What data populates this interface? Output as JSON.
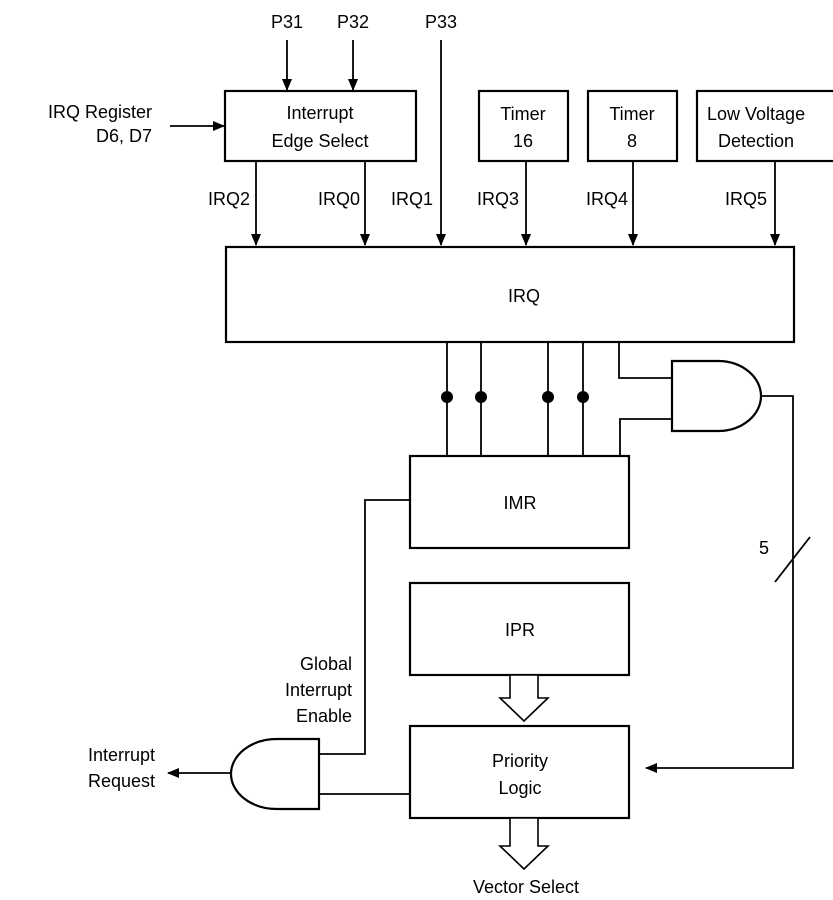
{
  "diagram": {
    "inputs": {
      "p31": "P31",
      "p32": "P32",
      "p33": "P33",
      "irq_register_line1": "IRQ Register",
      "irq_register_line2": "D6, D7"
    },
    "blocks": {
      "edge_select_line1": "Interrupt",
      "edge_select_line2": "Edge Select",
      "timer16_line1": "Timer",
      "timer16_line2": "16",
      "timer8_line1": "Timer",
      "timer8_line2": "8",
      "lvd_line1": "Low Voltage",
      "lvd_line2": "Detection",
      "irq": "IRQ",
      "imr": "IMR",
      "ipr": "IPR",
      "priority_line1": "Priority",
      "priority_line2": "Logic"
    },
    "signals": {
      "irq2": "IRQ2",
      "irq0": "IRQ0",
      "irq1": "IRQ1",
      "irq3": "IRQ3",
      "irq4": "IRQ4",
      "irq5": "IRQ5",
      "bus_width": "5"
    },
    "labels": {
      "gie_line1": "Global",
      "gie_line2": "Interrupt",
      "gie_line3": "Enable",
      "request_line1": "Interrupt",
      "request_line2": "Request",
      "vector_select": "Vector Select"
    }
  }
}
